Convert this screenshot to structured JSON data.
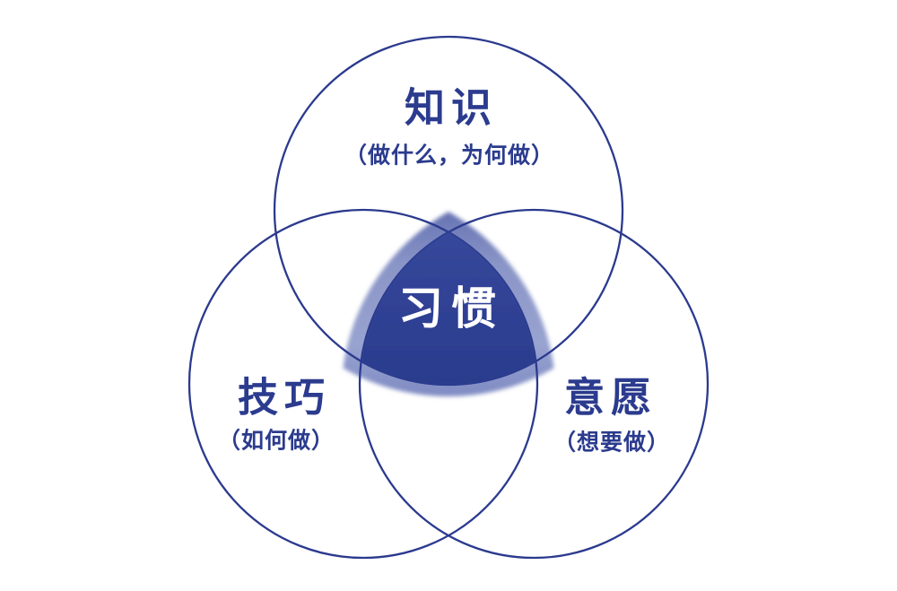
{
  "diagram": {
    "type": "venn-3-circles",
    "center": {
      "label": "习惯"
    },
    "circles": [
      {
        "id": "knowledge",
        "label": "知识",
        "sublabel": "（做什么，为何做）",
        "position": "top"
      },
      {
        "id": "skill",
        "label": "技巧",
        "sublabel": "（如何做）",
        "position": "bottom-left"
      },
      {
        "id": "desire",
        "label": "意愿",
        "sublabel": "（想要做）",
        "position": "bottom-right"
      }
    ],
    "colors": {
      "background": "#ffffff",
      "circle_outline": "#2b3a8e",
      "label_text": "#2b3b8e",
      "center_core_dark": "#2d3f8e",
      "center_glow_light": "#97a2d0",
      "center_label_text": "#ffffff"
    }
  }
}
